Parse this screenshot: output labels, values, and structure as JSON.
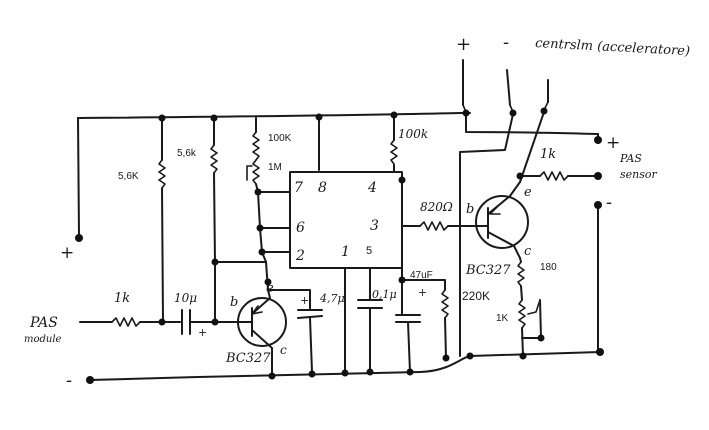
{
  "labels": {
    "plus_top": "+",
    "minus_top": "-",
    "controller": "centrslm (acceleratore)",
    "plus_right": "+",
    "pas_sensor_1": "PAS",
    "pas_sensor_2": "sensor",
    "minus_right": "-",
    "plus_left": "+",
    "minus_bottom": "-",
    "pas_module_1": "PAS",
    "pas_module_2": "module",
    "r_5_6K": "5,6K",
    "r_5_6k": "5,6k",
    "r_100K": "100K",
    "r_1M": "1M",
    "r_100k_hand": "100k",
    "r_1k_right": "1k",
    "r_820": "820Ω",
    "r_1k_left": "1k",
    "c_10u": "10μ",
    "c_plus_1": "+",
    "c_plus_2": "+",
    "c_plus_3": "+",
    "c_4_7u": "4,7μ",
    "c_0_1u": "0,1μ",
    "c_47uF": "47uF",
    "r_220K": "220K",
    "r_180": "180",
    "r_1K": "1K",
    "pin_7": "7",
    "pin_8": "8",
    "pin_4": "4",
    "pin_6": "6",
    "pin_3": "3",
    "pin_2": "2",
    "pin_1": "1",
    "pin_5": "5",
    "q1_b": "b",
    "q1_e": "e",
    "q1_c": "c",
    "q1_name": "BC327",
    "q2_b": "b",
    "q2_e": "e",
    "q2_c": "c",
    "q2_name": "BC327"
  }
}
